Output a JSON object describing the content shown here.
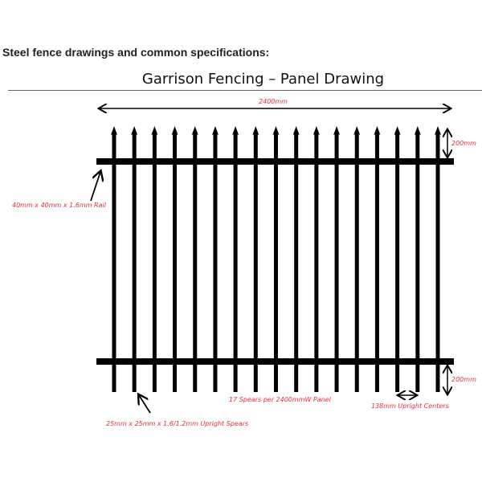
{
  "heading": "Steel fence drawings and common specifications:",
  "title": "Garrison Fencing – Panel Drawing",
  "labels": {
    "width": "2400mm",
    "top_spear": "200mm",
    "bottom_spear": "200mm",
    "rail": "40mm x 40mm x 1.6mm Rail",
    "spears": "17 Spears per 2400mmW Panel",
    "centers": "138mm Upright Centers",
    "upright": "25mm x 25mm x 1.6/1.2mm Upright Spears"
  },
  "spear_count": 17,
  "colors": {
    "drawing": "#000000",
    "label": "#e0303a"
  }
}
